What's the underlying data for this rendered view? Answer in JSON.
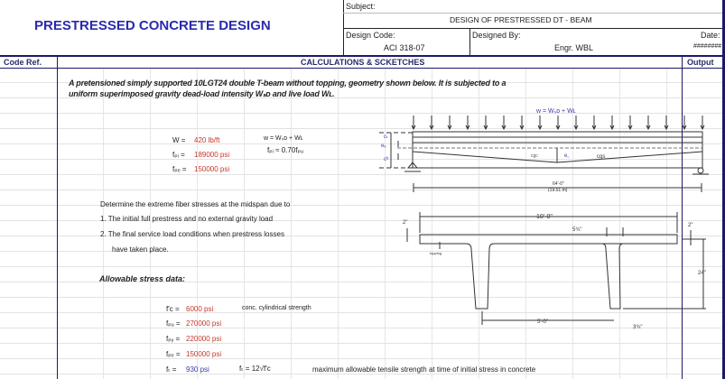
{
  "header": {
    "title": "PRESTRESSED CONCRETE DESIGN",
    "subject_label": "Subject:",
    "subject": "DESIGN OF PRESTRESSED DT - BEAM",
    "design_code_label": "Design Code:",
    "design_code": "ACI 318-07",
    "designed_by_label": "Designed By:",
    "designed_by": "Engr. WBL",
    "date_label": "Date:",
    "date": "########"
  },
  "columns": {
    "code_ref": "Code Ref.",
    "calc": "CALCULATIONS & SCKETCHES",
    "output": "Output"
  },
  "intro": [
    "A pretensioned simply supported 10LGT24 double T-beam without topping, geometry shown below. It is subjected to a",
    "uniform superimposed gravity dead-load intensity Wₛᴅ and live load Wʟ."
  ],
  "loads": [
    {
      "sym": "W =",
      "val": "420 lb/ft"
    },
    {
      "sym": "fₚᵢ =",
      "val": "189000 psi"
    },
    {
      "sym": "fₚₑ =",
      "val": "150000 psi"
    }
  ],
  "formulas": [
    "w  = Wₛᴅ + Wʟ",
    "fₚᵢ ≈ 0.70fₚᵤ"
  ],
  "task": [
    "Determine the extreme fiber stresses at the midspan due to",
    "1.  The initial full prestress and no external gravity load",
    "2.  The final service load conditions when prestress losses",
    "have taken place."
  ],
  "allowable_title": "Allowable stress data:",
  "allowable": [
    {
      "sym": "f'c =",
      "val": "6000 psi",
      "note": "conc. cylindrical strength"
    },
    {
      "sym": "fₚᵤ =",
      "val": "270000 psi"
    },
    {
      "sym": "fₚᵧ =",
      "val": "220000 psi"
    },
    {
      "sym": "fₚₑ =",
      "val": "150000 psi"
    },
    {
      "sym": "fₜ =",
      "val": "930 psi",
      "formula": "fₜ = 12√f'c",
      "note": "maximum allowable tensile strength at time of initial stress in concrete"
    }
  ],
  "diagram": {
    "load_label": "w = Wₛᴅ + Wʟ",
    "ee": "eₑ",
    "ec": "e꜀",
    "cgc": "cgc",
    "cgs": "cgs",
    "span": "64'-0\"",
    "span_m": "(19.51 m)",
    "width": "10'-0\"",
    "flange_left": "2\"",
    "flange_right": "2\"",
    "stem_gap": "5¾\"",
    "depth": "24\"",
    "stem_spacing": "5'-0\"",
    "stem_bottom": "3¾\"",
    "topping": "topping",
    "ct": "cₜ",
    "cb": "cᵇ"
  },
  "colors": {
    "title": "#2a2ab0",
    "frame": "#1a1a6a",
    "value": "#c0392b",
    "computed": "#3a3ab0"
  }
}
